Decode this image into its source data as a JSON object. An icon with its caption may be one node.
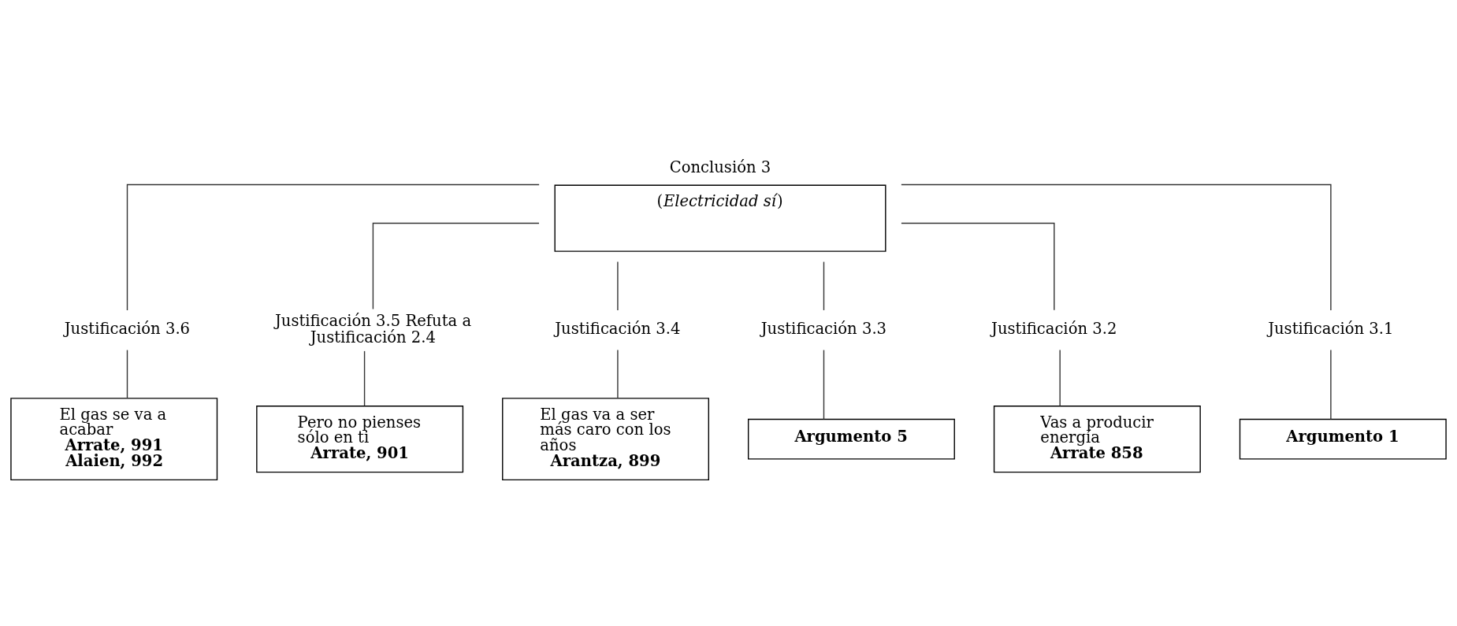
{
  "diagram": {
    "nodes": [
      {
        "text": [
          "Conclusión 3",
          "(*Electricidad sí*)"
        ]
      },
      {
        "text": [
          "Justificación 3.6"
        ]
      },
      {
        "text": [
          "El gas se va a acabar",
          "Arrate, 991",
          "Alaien, 992"
        ]
      },
      {
        "text": [
          "Justificación 3.5 Refuta a Justificación 2.4"
        ]
      },
      {
        "text": [
          "Pero no pienses sólo en ti",
          "Arrate, 901"
        ]
      },
      {
        "text": [
          "Justificación 3.4"
        ]
      },
      {
        "text": [
          "El gas va a ser más caro con los años",
          "Arantza, 899"
        ]
      },
      {
        "text": [
          "Justificación 3.3"
        ]
      },
      {
        "text": [
          "Argumento 5"
        ]
      },
      {
        "text": [
          "Justificación 3.2"
        ]
      },
      {
        "text": [
          "Vas a producir energía",
          "Arrate 858"
        ]
      },
      {
        "text": [
          "Justificación 3.1"
        ]
      },
      {
        "text": [
          "Argumento 1"
        ]
      }
    ],
    "edges": [
      {
        "from": 0,
        "to": 1,
        "arrow": "none"
      },
      {
        "from": 1,
        "to": 2,
        "arrow": "none"
      },
      {
        "from": 0,
        "to": 3,
        "arrow": "none"
      },
      {
        "from": 3,
        "to": 4,
        "arrow": "none"
      },
      {
        "from": 0,
        "to": 5,
        "arrow": "none"
      },
      {
        "from": 5,
        "to": 6,
        "arrow": "none"
      },
      {
        "from": 0,
        "to": 7,
        "arrow": "none"
      },
      {
        "from": 7,
        "to": 8,
        "arrow": "none"
      },
      {
        "from": 0,
        "to": 9,
        "arrow": "none"
      },
      {
        "from": 9,
        "to": 10,
        "arrow": "none"
      },
      {
        "from": 0,
        "to": 11,
        "arrow": "none"
      },
      {
        "from": 11,
        "to": 12,
        "arrow": "none"
      }
    ]
  }
}
